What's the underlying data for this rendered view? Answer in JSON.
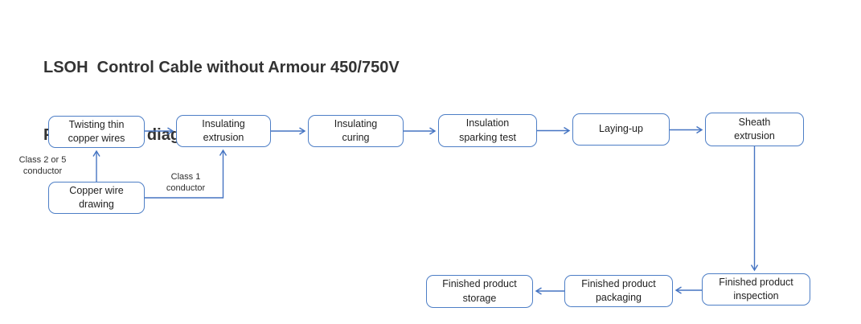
{
  "title": {
    "line1": "LSOH  Control Cable without Armour 450/750V",
    "line2": "Process flow diagram"
  },
  "colors": {
    "box_border": "#4d7ec6",
    "arrow": "#4574c2",
    "box_text": "#1f1f1f",
    "title_text": "#333333",
    "background": "#ffffff"
  },
  "nodes": {
    "twisting": {
      "label": "Twisting thin\ncopper wires"
    },
    "insulating_extrusion": {
      "label": "Insulating\nextrusion"
    },
    "insulating_curing": {
      "label": "Insulating\ncuring"
    },
    "sparking_test": {
      "label": "Insulation\nsparking test"
    },
    "laying_up": {
      "label": "Laying-up"
    },
    "sheath_extrusion": {
      "label": "Sheath\nextrusion"
    },
    "copper_drawing": {
      "label": "Copper wire\ndrawing"
    },
    "inspection": {
      "label": "Finished product\ninspection"
    },
    "packaging": {
      "label": "Finished product\npackaging"
    },
    "storage": {
      "label": "Finished product\nstorage"
    }
  },
  "annotations": {
    "class_2_or_5": "Class 2 or 5\nconductor",
    "class_1": "Class 1\nconductor"
  },
  "edges": [
    {
      "from": "Copper wire drawing",
      "to": "Twisting thin copper wires",
      "label": "Class 2 or 5 conductor"
    },
    {
      "from": "Copper wire drawing",
      "to": "Insulating extrusion",
      "label": "Class 1 conductor"
    },
    {
      "from": "Twisting thin copper wires",
      "to": "Insulating extrusion"
    },
    {
      "from": "Insulating extrusion",
      "to": "Insulating curing"
    },
    {
      "from": "Insulating curing",
      "to": "Insulation sparking test"
    },
    {
      "from": "Insulation sparking test",
      "to": "Laying-up"
    },
    {
      "from": "Laying-up",
      "to": "Sheath extrusion"
    },
    {
      "from": "Sheath extrusion",
      "to": "Finished product inspection"
    },
    {
      "from": "Finished product inspection",
      "to": "Finished product packaging"
    },
    {
      "from": "Finished product packaging",
      "to": "Finished product storage"
    }
  ]
}
